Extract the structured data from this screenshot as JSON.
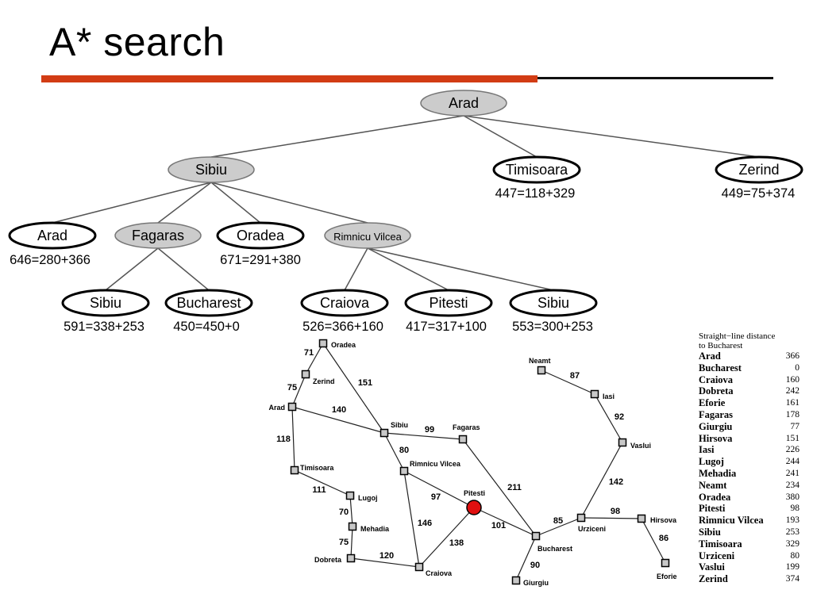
{
  "title": "A* search",
  "tree": {
    "nodes": [
      {
        "id": "n_arad_root",
        "label": "Arad",
        "expanded": true,
        "f": ""
      },
      {
        "id": "n_sibiu",
        "label": "Sibiu",
        "expanded": true,
        "f": ""
      },
      {
        "id": "n_timisoara",
        "label": "Timisoara",
        "expanded": false,
        "f": "447=118+329"
      },
      {
        "id": "n_zerind",
        "label": "Zerind",
        "expanded": false,
        "f": "449=75+374"
      },
      {
        "id": "n_arad2",
        "label": "Arad",
        "expanded": false,
        "f": "646=280+366"
      },
      {
        "id": "n_fagaras",
        "label": "Fagaras",
        "expanded": true,
        "f": ""
      },
      {
        "id": "n_oradea",
        "label": "Oradea",
        "expanded": false,
        "f": "671=291+380"
      },
      {
        "id": "n_rimnicu",
        "label": "Rimnicu Vilcea",
        "expanded": true,
        "f": ""
      },
      {
        "id": "n_sibiu2",
        "label": "Sibiu",
        "expanded": false,
        "f": "591=338+253"
      },
      {
        "id": "n_bucharest",
        "label": "Bucharest",
        "expanded": false,
        "f": "450=450+0"
      },
      {
        "id": "n_craiova",
        "label": "Craiova",
        "expanded": false,
        "f": "526=366+160"
      },
      {
        "id": "n_pitesti",
        "label": "Pitesti",
        "expanded": false,
        "f": "417=317+100"
      },
      {
        "id": "n_sibiu3",
        "label": "Sibiu",
        "expanded": false,
        "f": "553=300+253"
      }
    ],
    "edges": [
      [
        "n_arad_root",
        "n_sibiu"
      ],
      [
        "n_arad_root",
        "n_timisoara"
      ],
      [
        "n_arad_root",
        "n_zerind"
      ],
      [
        "n_sibiu",
        "n_arad2"
      ],
      [
        "n_sibiu",
        "n_fagaras"
      ],
      [
        "n_sibiu",
        "n_oradea"
      ],
      [
        "n_sibiu",
        "n_rimnicu"
      ],
      [
        "n_fagaras",
        "n_sibiu2"
      ],
      [
        "n_fagaras",
        "n_bucharest"
      ],
      [
        "n_rimnicu",
        "n_craiova"
      ],
      [
        "n_rimnicu",
        "n_pitesti"
      ],
      [
        "n_rimnicu",
        "n_sibiu3"
      ]
    ]
  },
  "map": {
    "cities": [
      {
        "id": "oradea",
        "label": "Oradea"
      },
      {
        "id": "zerind",
        "label": "Zerind"
      },
      {
        "id": "arad",
        "label": "Arad"
      },
      {
        "id": "timisoara",
        "label": "Timisoara"
      },
      {
        "id": "lugoj",
        "label": "Lugoj"
      },
      {
        "id": "mehadia",
        "label": "Mehadia"
      },
      {
        "id": "dobreta",
        "label": "Dobreta"
      },
      {
        "id": "craiova",
        "label": "Craiova"
      },
      {
        "id": "sibiu",
        "label": "Sibiu"
      },
      {
        "id": "fagaras",
        "label": "Fagaras"
      },
      {
        "id": "rimnicu",
        "label": "Rimnicu Vilcea"
      },
      {
        "id": "pitesti",
        "label": "Pitesti",
        "highlight": true
      },
      {
        "id": "bucharest",
        "label": "Bucharest"
      },
      {
        "id": "giurgiu",
        "label": "Giurgiu"
      },
      {
        "id": "urziceni",
        "label": "Urziceni"
      },
      {
        "id": "hirsova",
        "label": "Hirsova"
      },
      {
        "id": "eforie",
        "label": "Eforie"
      },
      {
        "id": "vaslui",
        "label": "Vaslui"
      },
      {
        "id": "iasi",
        "label": "Iasi"
      },
      {
        "id": "neamt",
        "label": "Neamt"
      }
    ],
    "roads": [
      {
        "a": "oradea",
        "b": "zerind",
        "d": "71"
      },
      {
        "a": "zerind",
        "b": "arad",
        "d": "75"
      },
      {
        "a": "oradea",
        "b": "sibiu",
        "d": "151"
      },
      {
        "a": "arad",
        "b": "sibiu",
        "d": "140"
      },
      {
        "a": "arad",
        "b": "timisoara",
        "d": "118"
      },
      {
        "a": "timisoara",
        "b": "lugoj",
        "d": "111"
      },
      {
        "a": "lugoj",
        "b": "mehadia",
        "d": "70"
      },
      {
        "a": "mehadia",
        "b": "dobreta",
        "d": "75"
      },
      {
        "a": "dobreta",
        "b": "craiova",
        "d": "120"
      },
      {
        "a": "sibiu",
        "b": "fagaras",
        "d": "99"
      },
      {
        "a": "sibiu",
        "b": "rimnicu",
        "d": "80"
      },
      {
        "a": "rimnicu",
        "b": "pitesti",
        "d": "97"
      },
      {
        "a": "rimnicu",
        "b": "craiova",
        "d": "146"
      },
      {
        "a": "craiova",
        "b": "pitesti",
        "d": "138"
      },
      {
        "a": "fagaras",
        "b": "bucharest",
        "d": "211"
      },
      {
        "a": "pitesti",
        "b": "bucharest",
        "d": "101"
      },
      {
        "a": "bucharest",
        "b": "giurgiu",
        "d": "90"
      },
      {
        "a": "bucharest",
        "b": "urziceni",
        "d": "85"
      },
      {
        "a": "urziceni",
        "b": "hirsova",
        "d": "98"
      },
      {
        "a": "hirsova",
        "b": "eforie",
        "d": "86"
      },
      {
        "a": "urziceni",
        "b": "vaslui",
        "d": "142"
      },
      {
        "a": "vaslui",
        "b": "iasi",
        "d": "92"
      },
      {
        "a": "iasi",
        "b": "neamt",
        "d": "87"
      }
    ]
  },
  "sld_table": {
    "title_line1": "Straight−line distance",
    "title_line2": "to Bucharest",
    "rows": [
      {
        "city": "Arad",
        "value": "366"
      },
      {
        "city": "Bucharest",
        "value": "0"
      },
      {
        "city": "Craiova",
        "value": "160"
      },
      {
        "city": "Dobreta",
        "value": "242"
      },
      {
        "city": "Eforie",
        "value": "161"
      },
      {
        "city": "Fagaras",
        "value": "178"
      },
      {
        "city": "Giurgiu",
        "value": "77"
      },
      {
        "city": "Hirsova",
        "value": "151"
      },
      {
        "city": "Iasi",
        "value": "226"
      },
      {
        "city": "Lugoj",
        "value": "244"
      },
      {
        "city": "Mehadia",
        "value": "241"
      },
      {
        "city": "Neamt",
        "value": "234"
      },
      {
        "city": "Oradea",
        "value": "380"
      },
      {
        "city": "Pitesti",
        "value": "98"
      },
      {
        "city": "Rimnicu Vilcea",
        "value": "193"
      },
      {
        "city": "Sibiu",
        "value": "253"
      },
      {
        "city": "Timisoara",
        "value": "329"
      },
      {
        "city": "Urziceni",
        "value": "80"
      },
      {
        "city": "Vaslui",
        "value": "199"
      },
      {
        "city": "Zerind",
        "value": "374"
      }
    ]
  },
  "colors": {
    "accent_rule": "#d23c14",
    "expanded_fill": "#cccccc",
    "goal_marker": "#e01010"
  }
}
